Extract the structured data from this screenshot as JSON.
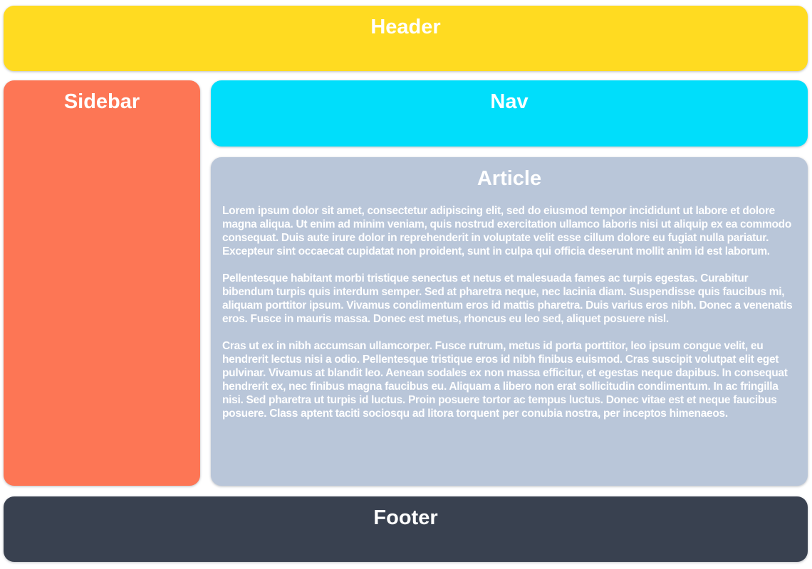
{
  "header": {
    "title": "Header"
  },
  "sidebar": {
    "title": "Sidebar"
  },
  "nav": {
    "title": "Nav"
  },
  "article": {
    "title": "Article",
    "paragraphs": [
      "Lorem ipsum dolor sit amet, consectetur adipiscing elit, sed do eiusmod tempor incididunt ut labore et dolore magna aliqua. Ut enim ad minim veniam, quis nostrud exercitation ullamco laboris nisi ut aliquip ex ea commodo consequat. Duis aute irure dolor in reprehenderit in voluptate velit esse cillum dolore eu fugiat nulla pariatur. Excepteur sint occaecat cupidatat non proident, sunt in culpa qui officia deserunt mollit anim id est laborum.",
      "Pellentesque habitant morbi tristique senectus et netus et malesuada fames ac turpis egestas. Curabitur bibendum turpis quis interdum semper. Sed at pharetra neque, nec lacinia diam. Suspendisse quis faucibus mi, aliquam porttitor ipsum. Vivamus condimentum eros id mattis pharetra. Duis varius eros nibh. Donec a venenatis eros. Fusce in mauris massa. Donec est metus, rhoncus eu leo sed, aliquet posuere nisl.",
      "Cras ut ex in nibh accumsan ullamcorper. Fusce rutrum, metus id porta porttitor, leo ipsum congue velit, eu hendrerit lectus nisi a odio. Pellentesque tristique eros id nibh finibus euismod. Cras suscipit volutpat elit eget pulvinar. Vivamus at blandit leo. Aenean sodales ex non massa efficitur, et egestas neque dapibus. In consequat hendrerit ex, nec finibus magna faucibus eu. Aliquam a libero non erat sollicitudin condimentum. In ac fringilla nisi. Sed pharetra ut turpis id luctus. Proin posuere tortor ac tempus luctus. Donec vitae est et neque faucibus posuere. Class aptent taciti sociosqu ad litora torquent per conubia nostra, per inceptos himenaeos."
    ]
  },
  "footer": {
    "title": "Footer"
  },
  "colors": {
    "header_bg": "#ffdb21",
    "sidebar_bg": "#fd7655",
    "nav_bg": "#00defb",
    "article_bg": "#b9c6d9",
    "footer_bg": "#394150",
    "text": "#ffffff"
  }
}
